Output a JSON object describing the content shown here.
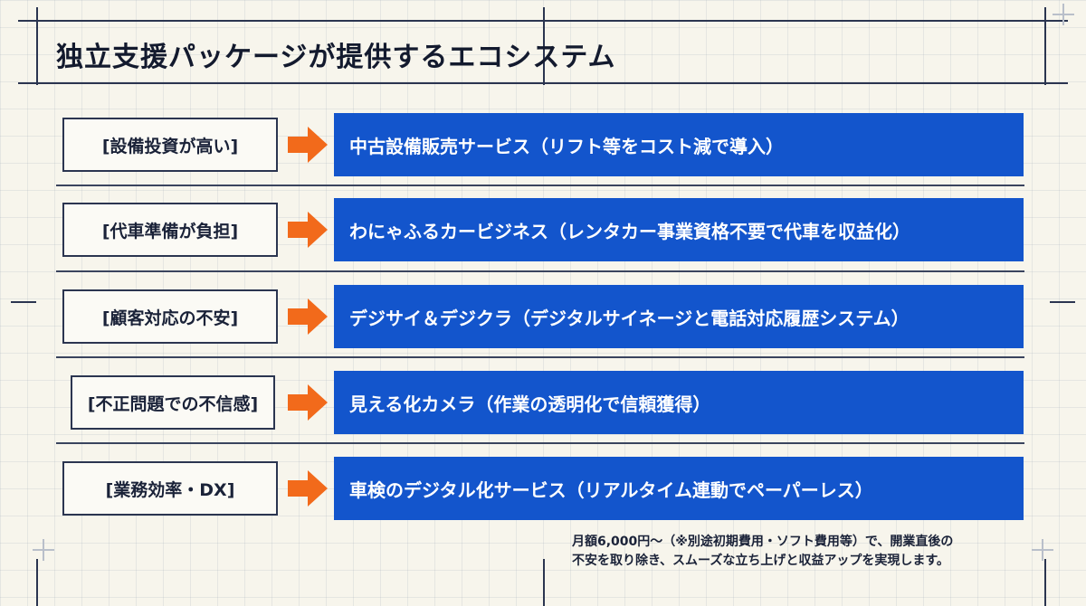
{
  "title": "独立支援パッケージが提供するエコシステム",
  "rows": [
    {
      "problem": "[設備投資が高い]",
      "solution": "中古設備販売サービス（リフト等をコスト減で導入）"
    },
    {
      "problem": "[代車準備が負担]",
      "solution": "わにゃふるカービジネス（レンタカー事業資格不要で代車を収益化）"
    },
    {
      "problem": "[顧客対応の不安]",
      "solution": "デジサイ＆デジクラ（デジタルサイネージと電話対応履歴システム）"
    },
    {
      "problem": "[不正問題での不信感]",
      "solution": "見える化カメラ（作業の透明化で信頼獲得）"
    },
    {
      "problem": "[業務効率・DX]",
      "solution": "車検のデジタル化サービス（リアルタイム連動でペーパーレス）"
    }
  ],
  "footnote": {
    "line1": "月額6,000円〜（※別途初期費用・ソフト費用等）で、開業直後の",
    "line2": "不安を取り除き、スムーズな立ち上げと収益アップを実現します。"
  },
  "colors": {
    "solution_bar": "#1355cc",
    "arrow": "#f26a1b",
    "frame": "#2b3550",
    "background": "#f7f5ec"
  }
}
